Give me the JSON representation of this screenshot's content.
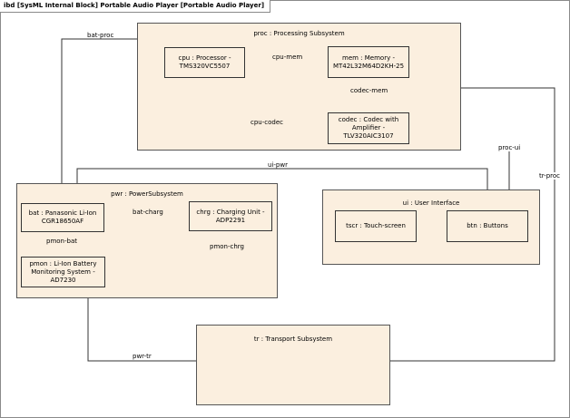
{
  "frame": {
    "title": "ibd [SysML Internal Block] Portable Audio Player [Portable Audio Player]"
  },
  "blocks": {
    "proc": {
      "title": "proc : Processing Subsystem"
    },
    "pwr": {
      "title": "pwr : PowerSubsystem"
    },
    "ui": {
      "title": "ui : User Interface"
    },
    "tr": {
      "title": "tr : Transport Subsystem"
    }
  },
  "parts": {
    "cpu": {
      "line1": "cpu : Processor -",
      "line2": "TMS320VC5507"
    },
    "mem": {
      "line1": "mem : Memory -",
      "line2": "MT42L32M64D2KH-25"
    },
    "codec": {
      "line1": "codec : Codec with",
      "line2": "Amplifier -",
      "line3": "TLV320AIC3107"
    },
    "bat": {
      "line1": "bat : Panasonic Li-Ion",
      "line2": "CGR18650AF"
    },
    "chrg": {
      "line1": "chrg : Charging Unit -",
      "line2": "ADP2291"
    },
    "pmon": {
      "line1": "pmon : Li-Ion Battery",
      "line2": "Monitoring System -",
      "line3": "AD7230"
    },
    "tscr": {
      "line1": "tscr : Touch-screen"
    },
    "btn": {
      "line1": "btn : Buttons"
    }
  },
  "connectors": {
    "bat_proc": "bat-proc",
    "cpu_mem": "cpu-mem",
    "codec_mem": "codec-mem",
    "cpu_codec": "cpu-codec",
    "proc_ui": "proc-ui",
    "tr_proc": "tr-proc",
    "ui_pwr": "ui-pwr",
    "bat_charg": "bat-charg",
    "pmon_bat": "pmon-bat",
    "pmon_chrg": "pmon-chrg",
    "pwr_tr": "pwr-tr"
  },
  "colors": {
    "block_fill": "#fbefdf",
    "line": "#333333",
    "frame_border": "#8a8a8a"
  }
}
